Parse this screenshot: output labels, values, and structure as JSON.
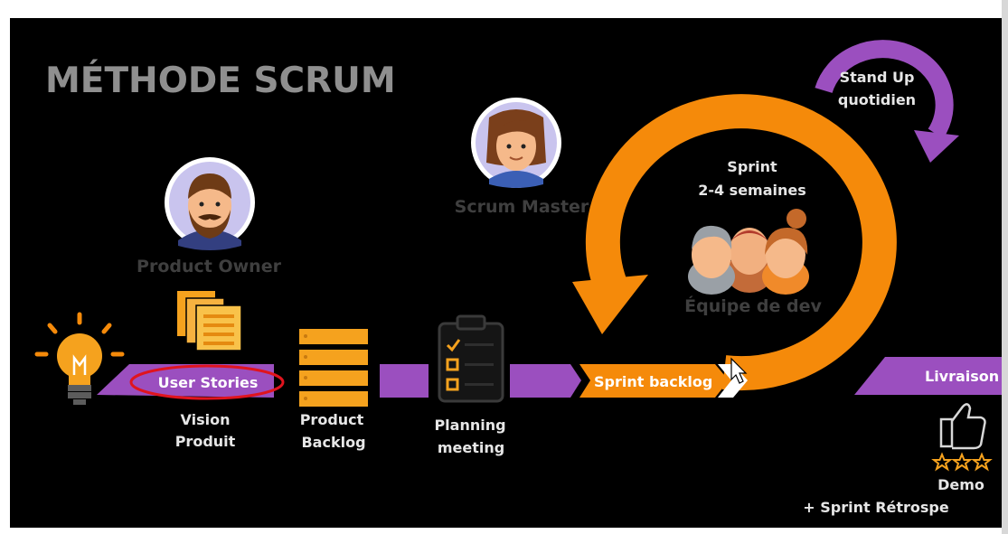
{
  "title": "MÉTHODE SCRUM",
  "roles": {
    "product_owner": "Product Owner",
    "scrum_master": "Scrum Master",
    "team": "Équipe de dev"
  },
  "sprint": {
    "line1": "Sprint",
    "line2": "2-4 semaines"
  },
  "standup": {
    "line1": "Stand Up",
    "line2": "quotidien"
  },
  "flow": {
    "user_stories": "User Stories",
    "vision_line1": "Vision",
    "vision_line2": "Produit",
    "backlog_line1": "Product",
    "backlog_line2": "Backlog",
    "planning_line1": "Planning",
    "planning_line2": "meeting",
    "sprint_backlog": "Sprint backlog",
    "livraison": "Livraison",
    "demo": "Demo",
    "retro": "+ Sprint Rétrospe"
  },
  "colors": {
    "orange": "#f58a0a",
    "purple": "#9b4fbf",
    "highlight_red": "#e0141e"
  }
}
